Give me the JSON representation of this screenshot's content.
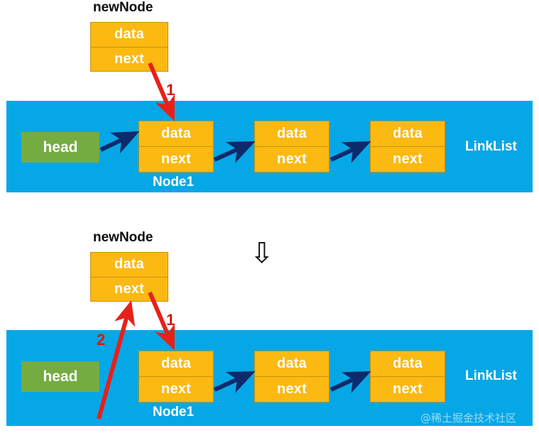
{
  "diagram": {
    "title": "Linked list head insertion",
    "colors": {
      "panel": "#06a7e6",
      "node_fill": "#fbb911",
      "node_border": "#c9920a",
      "head_fill": "#74ac42",
      "pointer_arrow": "#0d2b6b",
      "step_arrow": "#e8201a",
      "node_text": "#ffffff",
      "caption_dark": "#0d0d0d",
      "caption_light": "#ffffff"
    },
    "cell_labels": {
      "data": "data",
      "next": "next"
    },
    "steps": {
      "one": "1",
      "two": "2"
    },
    "transition_glyph": "⇩"
  },
  "top": {
    "newnode_caption": "newNode",
    "newnode": {
      "data": "data",
      "next": "next"
    },
    "head_label": "head",
    "list_label": "LinkList",
    "node1_caption": "Node1",
    "nodes": [
      {
        "data": "data",
        "next": "next"
      },
      {
        "data": "data",
        "next": "next"
      },
      {
        "data": "data",
        "next": "next"
      }
    ],
    "step_label": "1"
  },
  "bottom": {
    "newnode_caption": "newNode",
    "newnode": {
      "data": "data",
      "next": "next"
    },
    "head_label": "head",
    "list_label": "LinkList",
    "node1_caption": "Node1",
    "nodes": [
      {
        "data": "data",
        "next": "next"
      },
      {
        "data": "data",
        "next": "next"
      },
      {
        "data": "data",
        "next": "next"
      }
    ],
    "step_label_one": "1",
    "step_label_two": "2"
  },
  "watermark": "@稀土掘金技术社区"
}
